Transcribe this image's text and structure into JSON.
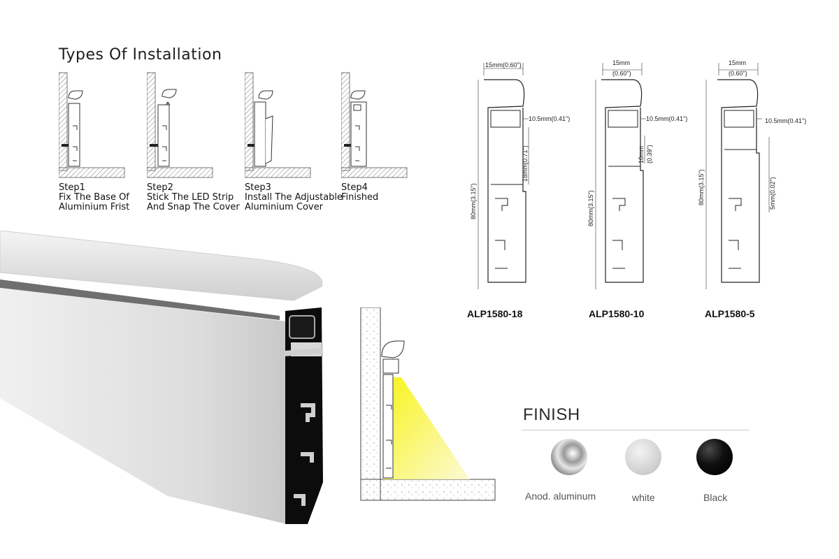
{
  "installation": {
    "title": "Types Of Installation",
    "steps": [
      {
        "caption": "Step1\nFix The Base Of\nAluminium Frist"
      },
      {
        "caption": "Step2\nStick The LED Strip\nAnd Snap The Cover"
      },
      {
        "caption": "Step3\nInstall The Adjustable\nAluminium Cover"
      },
      {
        "caption": "Step4\nFinished"
      }
    ]
  },
  "profiles": [
    {
      "model": "ALP1580-18",
      "top_width": "15mm(0.60\")",
      "slot": "10.5mm(0.41\")",
      "height": "80mm(3.15\")",
      "gap": "18mm(0.71\")"
    },
    {
      "model": "ALP1580-10",
      "top_width_a": "15mm",
      "top_width_b": "(0.60\")",
      "slot": "10.5mm(0.41\")",
      "height": "80mm(3.15\")",
      "gap_a": "10mm",
      "gap_b": "(0.39\")"
    },
    {
      "model": "ALP1580-5",
      "top_width_a": "15mm",
      "top_width_b": "(0.60\")",
      "slot": "10.5mm(0.41\")",
      "height": "80mm(3.15\")",
      "gap": "5mm(0.02\")"
    }
  ],
  "finish": {
    "title": "FINISH",
    "options": [
      {
        "label": "Anod. aluminum",
        "color": "#b8b8b8"
      },
      {
        "label": "white",
        "color": "#dcdcdc"
      },
      {
        "label": "Black",
        "color": "#111111"
      }
    ]
  }
}
